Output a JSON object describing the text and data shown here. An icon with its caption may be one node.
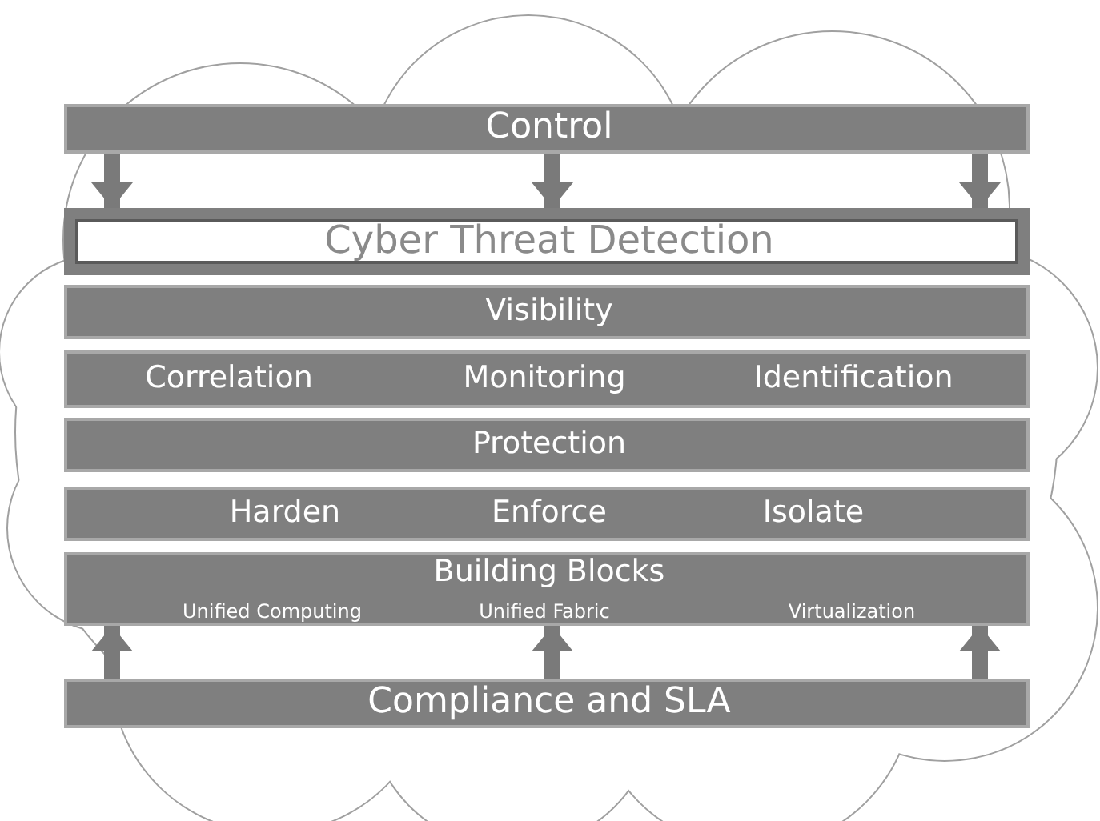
{
  "diagram": {
    "nodes": [
      {
        "text": [
          "Control"
        ]
      },
      {
        "text": [
          "Cyber Threat Detection"
        ]
      },
      {
        "text": [
          "Visibility"
        ]
      },
      {
        "text": [
          "Correlation",
          "Monitoring",
          "Identification"
        ]
      },
      {
        "text": [
          "Protection"
        ]
      },
      {
        "text": [
          "Harden",
          "Enforce",
          "Isolate"
        ]
      },
      {
        "text": [
          "Building Blocks",
          "Unified Computing",
          "Unified Fabric",
          "Virtualization"
        ]
      },
      {
        "text": [
          "Compliance and SLA"
        ]
      }
    ],
    "edges": [
      {
        "from": 0,
        "to": 1,
        "arrow": "to"
      },
      {
        "from": 0,
        "to": 1,
        "arrow": "to"
      },
      {
        "from": 0,
        "to": 1,
        "arrow": "to"
      },
      {
        "from": 7,
        "to": 6,
        "arrow": "to"
      },
      {
        "from": 7,
        "to": 6,
        "arrow": "to"
      },
      {
        "from": 7,
        "to": 6,
        "arrow": "to"
      }
    ]
  }
}
